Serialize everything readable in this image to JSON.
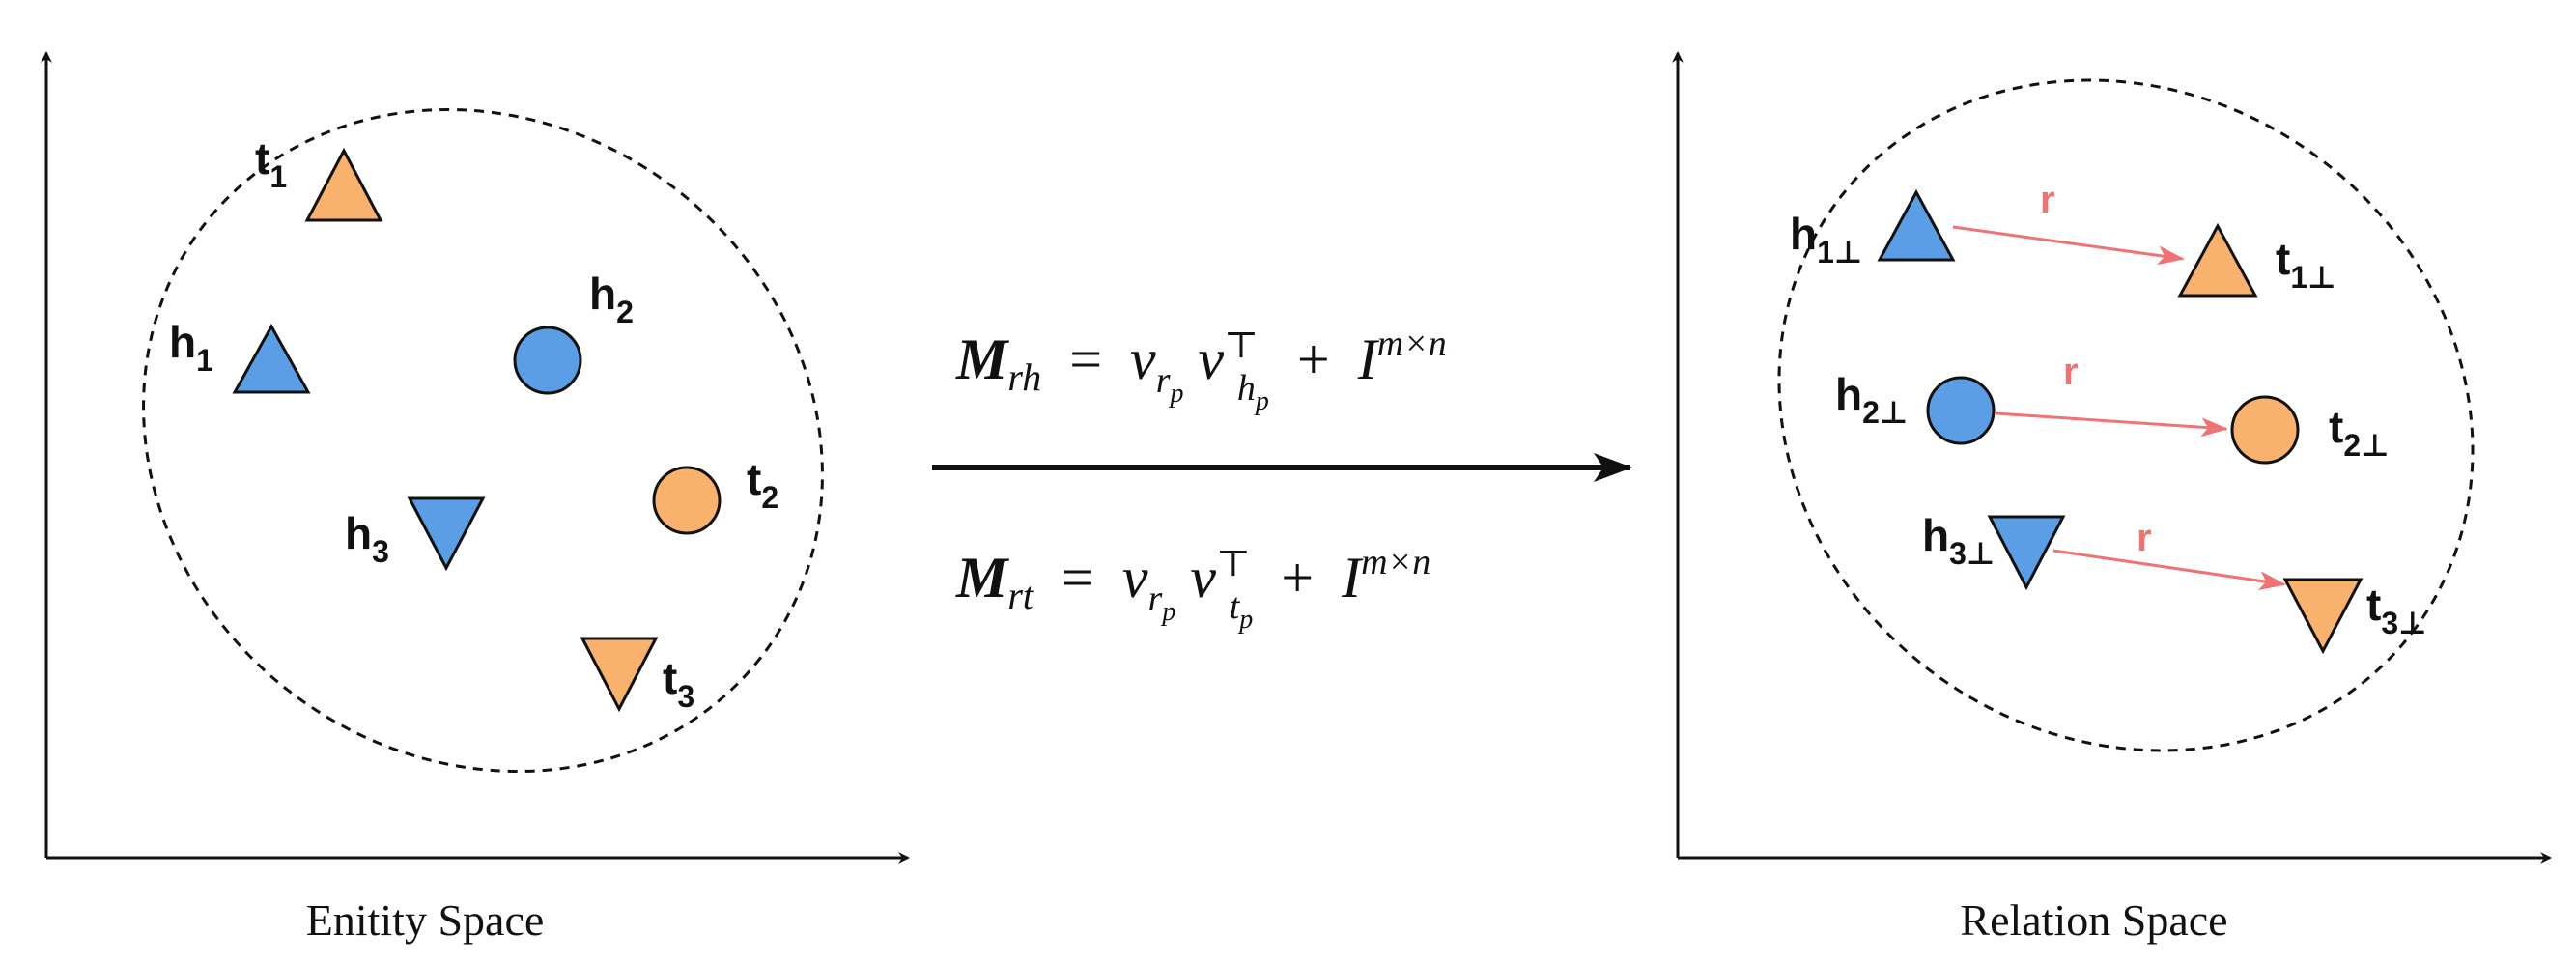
{
  "colors": {
    "blue": "#5b9ee5",
    "orange": "#f9b16e",
    "relation_arrow": "#f07272",
    "stroke": "#111111"
  },
  "entity_space": {
    "caption": "Enitity Space",
    "entities": [
      {
        "name": "t",
        "sub": "1",
        "shape": "triangle-up",
        "color": "orange"
      },
      {
        "name": "h",
        "sub": "1",
        "shape": "triangle-up",
        "color": "blue"
      },
      {
        "name": "h",
        "sub": "2",
        "shape": "circle",
        "color": "blue"
      },
      {
        "name": "t",
        "sub": "2",
        "shape": "circle",
        "color": "orange"
      },
      {
        "name": "h",
        "sub": "3",
        "shape": "triangle-down",
        "color": "blue"
      },
      {
        "name": "t",
        "sub": "3",
        "shape": "triangle-down",
        "color": "orange"
      }
    ]
  },
  "relation_space": {
    "caption": "Relation Space",
    "perp_symbol": "⊥",
    "relation_label": "r",
    "pairs": [
      {
        "head": {
          "name": "h",
          "sub": "1"
        },
        "tail": {
          "name": "t",
          "sub": "1"
        },
        "shape": "triangle-up"
      },
      {
        "head": {
          "name": "h",
          "sub": "2"
        },
        "tail": {
          "name": "t",
          "sub": "2"
        },
        "shape": "circle"
      },
      {
        "head": {
          "name": "h",
          "sub": "3"
        },
        "tail": {
          "name": "t",
          "sub": "3"
        },
        "shape": "triangle-down"
      }
    ]
  },
  "transform": {
    "equation_1": {
      "lhs": "M",
      "lhs_sub": "rh",
      "tail_sub": "h",
      "dim": "m×n"
    },
    "equation_2": {
      "lhs": "M",
      "lhs_sub": "rt",
      "tail_sub": "t",
      "dim": "m×n"
    },
    "v": "v",
    "r": "r",
    "p": "p",
    "transpose": "⊤",
    "identity": "I",
    "equals": "=",
    "plus": "+"
  }
}
